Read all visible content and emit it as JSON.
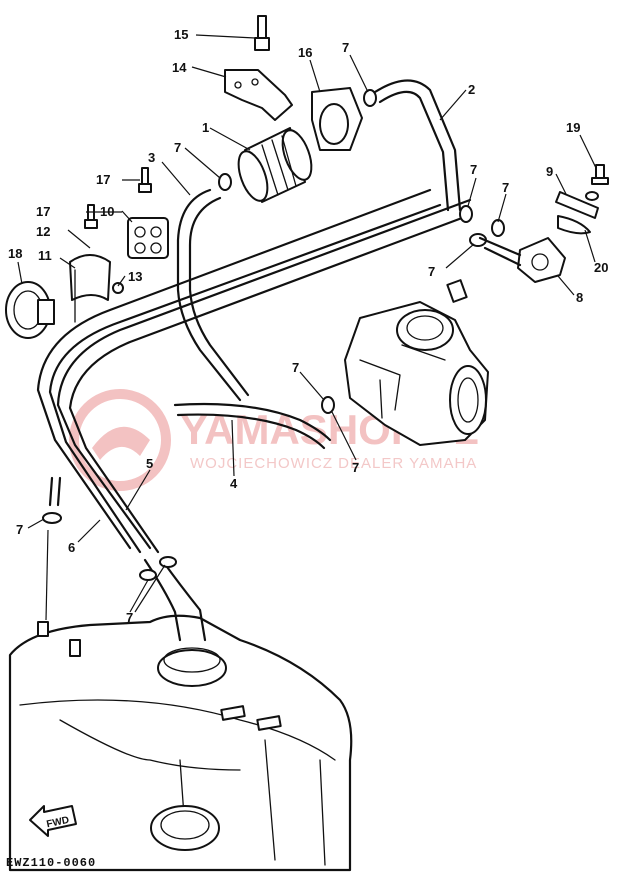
{
  "diagram": {
    "code": "EWZ110-0060",
    "fwd_label": "FWD",
    "watermark": {
      "title": "YAMASHOP.PL",
      "subtitle": "WOJCIECHOWICZ DEALER YAMAHA",
      "color": "#f3c2c2"
    },
    "callouts": {
      "c1": "1",
      "c2": "2",
      "c3": "3",
      "c4": "4",
      "c5": "5",
      "c6": "6",
      "c7a": "7",
      "c7b": "7",
      "c7c": "7",
      "c7d": "7",
      "c7e": "7",
      "c7f": "7",
      "c7g": "7",
      "c7h": "7",
      "c7i": "7",
      "c8": "8",
      "c9": "9",
      "c10": "10",
      "c11": "11",
      "c12": "12",
      "c13": "13",
      "c14": "14",
      "c15": "15",
      "c16": "16",
      "c17a": "17",
      "c17b": "17",
      "c18": "18",
      "c19": "19",
      "c20": "20"
    }
  }
}
